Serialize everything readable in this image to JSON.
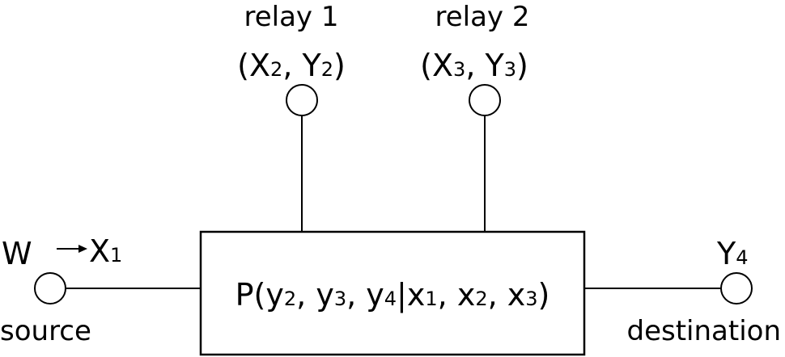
{
  "source": {
    "message": "W",
    "input": {
      "base": "X",
      "sub": "1"
    },
    "label": "source"
  },
  "relays": [
    {
      "title": "relay 1",
      "signals": [
        {
          "base": "X",
          "sub": "2"
        },
        {
          "base": "Y",
          "sub": "2"
        }
      ]
    },
    {
      "title": "relay 2",
      "signals": [
        {
          "base": "X",
          "sub": "3"
        },
        {
          "base": "Y",
          "sub": "3"
        }
      ]
    }
  ],
  "channel": {
    "prefix": "P(",
    "outputs": [
      {
        "base": "y",
        "sub": "2"
      },
      {
        "base": "y",
        "sub": "3"
      },
      {
        "base": "y",
        "sub": "4"
      }
    ],
    "given": "|",
    "inputs": [
      {
        "base": "x",
        "sub": "1"
      },
      {
        "base": "x",
        "sub": "2"
      },
      {
        "base": "x",
        "sub": "3"
      }
    ],
    "suffix": ")"
  },
  "destination": {
    "output": {
      "base": "Y",
      "sub": "4"
    },
    "label": "destination"
  },
  "punct": {
    "open": "(",
    "sep": ", ",
    "close": ")"
  }
}
